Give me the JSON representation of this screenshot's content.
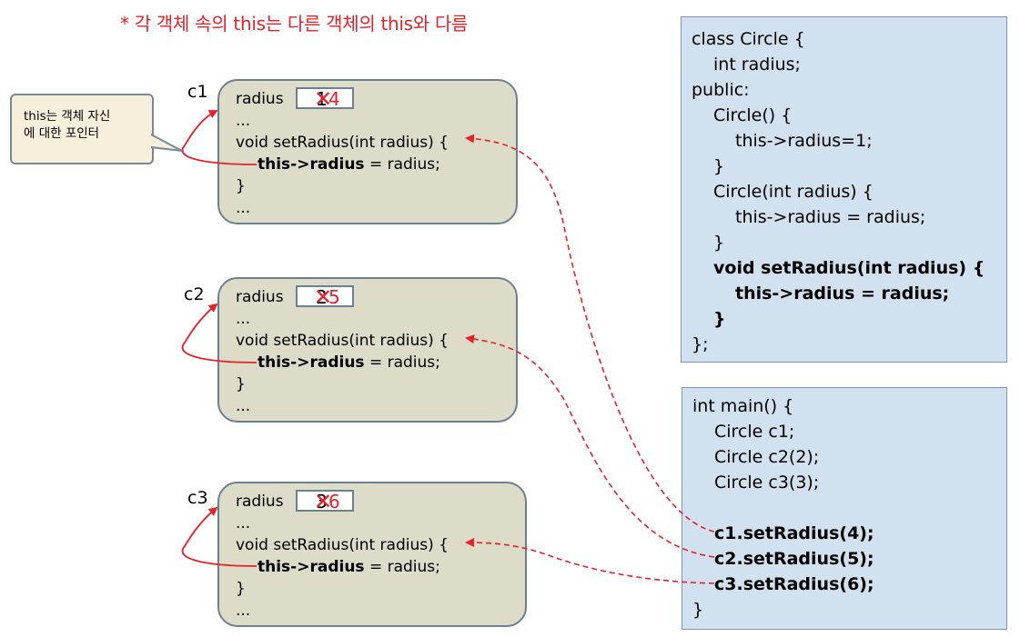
{
  "header_note": "* 각 객체 속의 this는 다른 객체의 this와 다름",
  "callout": {
    "line1": "this는 객체 자신",
    "line2": "에 대한 포인터"
  },
  "objects": [
    {
      "name": "c1",
      "field_label": "radius",
      "old_value": "1",
      "new_value": "4",
      "dots1": "...",
      "method": "void setRadius(int radius) {",
      "this_kw": "this->radius",
      "assign": " = radius;",
      "close": "}",
      "dots2": "..."
    },
    {
      "name": "c2",
      "field_label": "radius",
      "old_value": "2",
      "new_value": "5",
      "dots1": "...",
      "method": "void setRadius(int radius) {",
      "this_kw": "this->radius",
      "assign": " = radius;",
      "close": "}",
      "dots2": "..."
    },
    {
      "name": "c3",
      "field_label": "radius",
      "old_value": "3",
      "new_value": "6",
      "dots1": "...",
      "method": "void setRadius(int radius) {",
      "this_kw": "this->radius",
      "assign": " = radius;",
      "close": "}",
      "dots2": "..."
    }
  ],
  "class_code": [
    "class Circle {",
    "int radius;",
    "public:",
    "Circle() {",
    "this->radius=1;",
    "}",
    "Circle(int radius) {",
    "this->radius = radius;",
    "}",
    "void setRadius(int radius) {",
    "this->radius = radius;",
    "}",
    "};"
  ],
  "main_code": [
    "int main() {",
    "Circle c1;",
    "Circle c2(2);",
    "Circle c3(3);",
    "c1.setRadius(4);",
    "c2.setRadius(5);",
    "c3.setRadius(6);",
    "}"
  ],
  "colors": {
    "accent_red": "#e8202a",
    "object_fill": "#dcdcc8",
    "code_fill": "#d2e1ef",
    "callout_fill": "#f6efdc"
  }
}
